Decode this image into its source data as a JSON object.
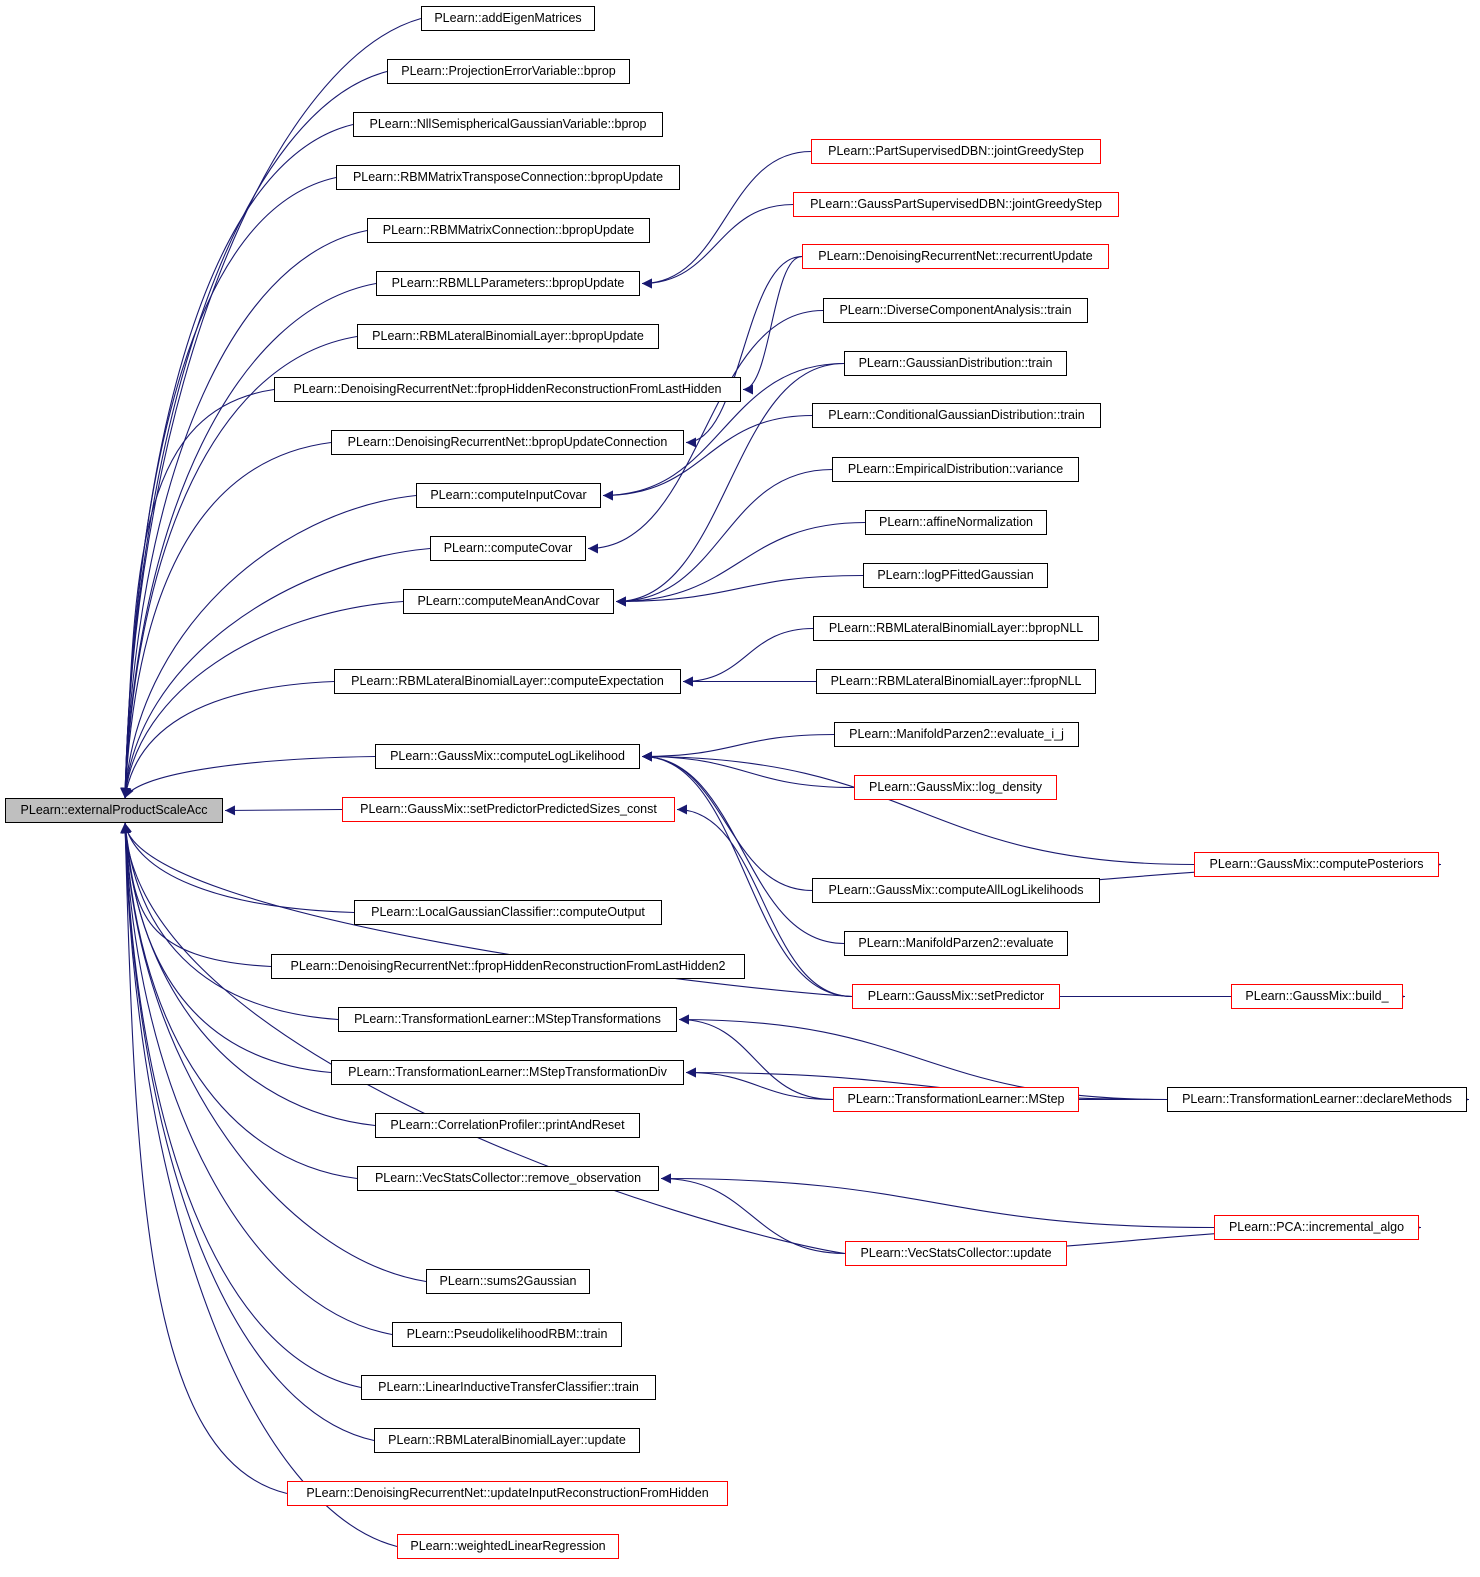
{
  "graph": {
    "title": "",
    "colors": {
      "edge": "#191970",
      "border_default": "#000000",
      "border_truncated": "#ff0000",
      "root_fill": "#bfbfbf"
    },
    "nodes": [
      {
        "id": "root",
        "label": "PLearn::externalProductScaleAcc",
        "kind": "root"
      },
      {
        "id": "addEigenMatrices",
        "label": "PLearn::addEigenMatrices",
        "kind": "normal"
      },
      {
        "id": "projErrBprop",
        "label": "PLearn::ProjectionErrorVariable::bprop",
        "kind": "normal"
      },
      {
        "id": "nllSemiBprop",
        "label": "PLearn::NllSemisphericalGaussianVariable::bprop",
        "kind": "normal"
      },
      {
        "id": "rbmMTCbprop",
        "label": "PLearn::RBMMatrixTransposeConnection::bpropUpdate",
        "kind": "normal"
      },
      {
        "id": "rbmMCbprop",
        "label": "PLearn::RBMMatrixConnection::bpropUpdate",
        "kind": "normal"
      },
      {
        "id": "rbmLLPbprop",
        "label": "PLearn::RBMLLParameters::bpropUpdate",
        "kind": "normal"
      },
      {
        "id": "rbmLBLbprop",
        "label": "PLearn::RBMLateralBinomialLayer::bpropUpdate",
        "kind": "normal"
      },
      {
        "id": "drnFprop",
        "label": "PLearn::DenoisingRecurrentNet::fpropHiddenReconstructionFromLastHidden",
        "kind": "normal"
      },
      {
        "id": "drnBpropConn",
        "label": "PLearn::DenoisingRecurrentNet::bpropUpdateConnection",
        "kind": "normal"
      },
      {
        "id": "computeInputCovar",
        "label": "PLearn::computeInputCovar",
        "kind": "normal"
      },
      {
        "id": "computeCovar",
        "label": "PLearn::computeCovar",
        "kind": "normal"
      },
      {
        "id": "computeMeanAndCovar",
        "label": "PLearn::computeMeanAndCovar",
        "kind": "normal"
      },
      {
        "id": "rbmLBLcompExp",
        "label": "PLearn::RBMLateralBinomialLayer::computeExpectation",
        "kind": "normal"
      },
      {
        "id": "gmCompLL",
        "label": "PLearn::GaussMix::computeLogLikelihood",
        "kind": "normal"
      },
      {
        "id": "gmSetPPS",
        "label": "PLearn::GaussMix::setPredictorPredictedSizes_const",
        "kind": "truncated"
      },
      {
        "id": "lgcCompOut",
        "label": "PLearn::LocalGaussianClassifier::computeOutput",
        "kind": "normal"
      },
      {
        "id": "drnFprop2",
        "label": "PLearn::DenoisingRecurrentNet::fpropHiddenReconstructionFromLastHidden2",
        "kind": "normal"
      },
      {
        "id": "tlMStepT",
        "label": "PLearn::TransformationLearner::MStepTransformations",
        "kind": "normal"
      },
      {
        "id": "tlMStepTD",
        "label": "PLearn::TransformationLearner::MStepTransformationDiv",
        "kind": "normal"
      },
      {
        "id": "cpPrint",
        "label": "PLearn::CorrelationProfiler::printAndReset",
        "kind": "normal"
      },
      {
        "id": "vscRemove",
        "label": "PLearn::VecStatsCollector::remove_observation",
        "kind": "normal"
      },
      {
        "id": "sums2Gaussian",
        "label": "PLearn::sums2Gaussian",
        "kind": "normal"
      },
      {
        "id": "plRBMtrain",
        "label": "PLearn::PseudolikelihoodRBM::train",
        "kind": "normal"
      },
      {
        "id": "litcTrain",
        "label": "PLearn::LinearInductiveTransferClassifier::train",
        "kind": "normal"
      },
      {
        "id": "rbmLBLupdate",
        "label": "PLearn::RBMLateralBinomialLayer::update",
        "kind": "normal"
      },
      {
        "id": "drnUpdInput",
        "label": "PLearn::DenoisingRecurrentNet::updateInputReconstructionFromHidden",
        "kind": "truncated"
      },
      {
        "id": "wlr",
        "label": "PLearn::weightedLinearRegression",
        "kind": "truncated"
      },
      {
        "id": "psdbnJGS",
        "label": "PLearn::PartSupervisedDBN::jointGreedyStep",
        "kind": "truncated"
      },
      {
        "id": "gpsdbnJGS",
        "label": "PLearn::GaussPartSupervisedDBN::jointGreedyStep",
        "kind": "truncated"
      },
      {
        "id": "drnRecUpd",
        "label": "PLearn::DenoisingRecurrentNet::recurrentUpdate",
        "kind": "truncated"
      },
      {
        "id": "dcaTrain",
        "label": "PLearn::DiverseComponentAnalysis::train",
        "kind": "normal"
      },
      {
        "id": "gdTrain",
        "label": "PLearn::GaussianDistribution::train",
        "kind": "normal"
      },
      {
        "id": "cgdTrain",
        "label": "PLearn::ConditionalGaussianDistribution::train",
        "kind": "normal"
      },
      {
        "id": "edVariance",
        "label": "PLearn::EmpiricalDistribution::variance",
        "kind": "normal"
      },
      {
        "id": "affineNorm",
        "label": "PLearn::affineNormalization",
        "kind": "normal"
      },
      {
        "id": "logPFitted",
        "label": "PLearn::logPFittedGaussian",
        "kind": "normal"
      },
      {
        "id": "rbmLBLbpropNLL",
        "label": "PLearn::RBMLateralBinomialLayer::bpropNLL",
        "kind": "normal"
      },
      {
        "id": "rbmLBLfpropNLL",
        "label": "PLearn::RBMLateralBinomialLayer::fpropNLL",
        "kind": "normal"
      },
      {
        "id": "mp2EvalIJ",
        "label": "PLearn::ManifoldParzen2::evaluate_i_j",
        "kind": "normal"
      },
      {
        "id": "gmLogDensity",
        "label": "PLearn::GaussMix::log_density",
        "kind": "truncated"
      },
      {
        "id": "gmCompPost",
        "label": "PLearn::GaussMix::computePosteriors",
        "kind": "truncated"
      },
      {
        "id": "gmCompAllLL",
        "label": "PLearn::GaussMix::computeAllLogLikelihoods",
        "kind": "normal"
      },
      {
        "id": "mp2Eval",
        "label": "PLearn::ManifoldParzen2::evaluate",
        "kind": "normal"
      },
      {
        "id": "gmSetPred",
        "label": "PLearn::GaussMix::setPredictor",
        "kind": "truncated"
      },
      {
        "id": "gmBuild",
        "label": "PLearn::GaussMix::build_",
        "kind": "truncated"
      },
      {
        "id": "tlMStep",
        "label": "PLearn::TransformationLearner::MStep",
        "kind": "truncated"
      },
      {
        "id": "tlDeclare",
        "label": "PLearn::TransformationLearner::declareMethods",
        "kind": "normal"
      },
      {
        "id": "pcaIncr",
        "label": "PLearn::PCA::incremental_algo",
        "kind": "truncated"
      },
      {
        "id": "vscUpdate",
        "label": "PLearn::VecStatsCollector::update",
        "kind": "truncated"
      }
    ],
    "edges": [
      [
        "addEigenMatrices",
        "root"
      ],
      [
        "projErrBprop",
        "root"
      ],
      [
        "nllSemiBprop",
        "root"
      ],
      [
        "rbmMTCbprop",
        "root"
      ],
      [
        "rbmMCbprop",
        "root"
      ],
      [
        "rbmLLPbprop",
        "root"
      ],
      [
        "rbmLBLbprop",
        "root"
      ],
      [
        "drnFprop",
        "root"
      ],
      [
        "drnBpropConn",
        "root"
      ],
      [
        "computeInputCovar",
        "root"
      ],
      [
        "computeCovar",
        "root"
      ],
      [
        "computeMeanAndCovar",
        "root"
      ],
      [
        "rbmLBLcompExp",
        "root"
      ],
      [
        "gmCompLL",
        "root"
      ],
      [
        "gmSetPPS",
        "root"
      ],
      [
        "gmSetPred",
        "root"
      ],
      [
        "lgcCompOut",
        "root"
      ],
      [
        "drnFprop2",
        "root"
      ],
      [
        "tlMStepT",
        "root"
      ],
      [
        "tlMStepTD",
        "root"
      ],
      [
        "cpPrint",
        "root"
      ],
      [
        "vscRemove",
        "root"
      ],
      [
        "vscUpdate",
        "root"
      ],
      [
        "sums2Gaussian",
        "root"
      ],
      [
        "plRBMtrain",
        "root"
      ],
      [
        "litcTrain",
        "root"
      ],
      [
        "rbmLBLupdate",
        "root"
      ],
      [
        "drnUpdInput",
        "root"
      ],
      [
        "wlr",
        "root"
      ],
      [
        "psdbnJGS",
        "rbmLLPbprop"
      ],
      [
        "gpsdbnJGS",
        "rbmLLPbprop"
      ],
      [
        "drnRecUpd",
        "drnFprop"
      ],
      [
        "drnRecUpd",
        "drnBpropConn"
      ],
      [
        "gdTrain",
        "computeInputCovar"
      ],
      [
        "cgdTrain",
        "computeInputCovar"
      ],
      [
        "dcaTrain",
        "computeCovar"
      ],
      [
        "gdTrain",
        "computeMeanAndCovar"
      ],
      [
        "edVariance",
        "computeMeanAndCovar"
      ],
      [
        "affineNorm",
        "computeMeanAndCovar"
      ],
      [
        "logPFitted",
        "computeMeanAndCovar"
      ],
      [
        "rbmLBLbpropNLL",
        "rbmLBLcompExp"
      ],
      [
        "rbmLBLfpropNLL",
        "rbmLBLcompExp"
      ],
      [
        "mp2EvalIJ",
        "gmCompLL"
      ],
      [
        "gmLogDensity",
        "gmCompLL"
      ],
      [
        "gmCompPost",
        "gmCompLL"
      ],
      [
        "gmCompAllLL",
        "gmCompLL"
      ],
      [
        "mp2Eval",
        "gmCompLL"
      ],
      [
        "gmSetPred",
        "gmCompLL"
      ],
      [
        "gmSetPred",
        "gmSetPPS"
      ],
      [
        "gmCompAllLL",
        "gmCompPost"
      ],
      [
        "gmSetPred",
        "gmBuild"
      ],
      [
        "tlMStep",
        "tlMStepT"
      ],
      [
        "tlDeclare",
        "tlMStepT"
      ],
      [
        "tlMStep",
        "tlMStepTD"
      ],
      [
        "tlDeclare",
        "tlMStepTD"
      ],
      [
        "tlMStep",
        "tlDeclare"
      ],
      [
        "pcaIncr",
        "vscRemove"
      ],
      [
        "vscUpdate",
        "vscRemove"
      ],
      [
        "vscUpdate",
        "pcaIncr"
      ]
    ]
  }
}
